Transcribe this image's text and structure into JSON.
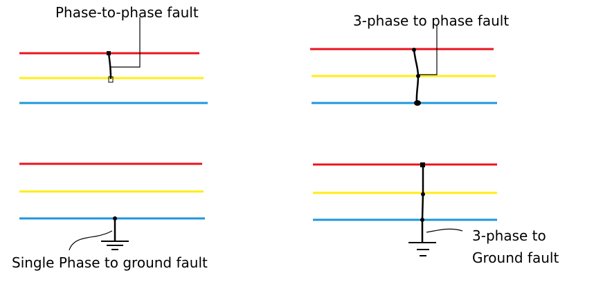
{
  "colors": {
    "red_phase": "#e8141e",
    "yellow_phase": "#ffee14",
    "blue_phase": "#1e96dc",
    "ink": "#000000"
  },
  "panels": {
    "phase_to_phase": {
      "label": "Phase-to-phase fault"
    },
    "three_phase_to_phase": {
      "label": "3-phase to phase fault"
    },
    "single_phase_ground": {
      "label": "Single Phase to ground fault"
    },
    "three_phase_ground": {
      "label_line1": "3-phase to",
      "label_line2": "Ground fault"
    }
  }
}
